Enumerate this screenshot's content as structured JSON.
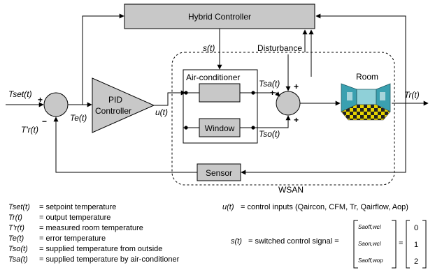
{
  "diagram": {
    "hybrid_controller": "Hybrid Controller",
    "pid_controller": [
      "PID",
      "Controller"
    ],
    "air_conditioner": "Air-conditioner",
    "window": "Window",
    "room": "Room",
    "sensor": "Sensor",
    "wsan": "WSAN",
    "disturbance": "Disturbance",
    "signals": {
      "st": "s(t)",
      "tset": "Tset(t)",
      "te": "Te(t)",
      "tprime_r": "T'r(t)",
      "ut": "u(t)",
      "tsa": "Tsa(t)",
      "tso": "Tso(t)",
      "tr": "Tr(t)"
    },
    "signs": {
      "sum1_top": "+",
      "sum1_bottom": "−",
      "sum2_top_left": "+",
      "sum2_top_right": "+",
      "sum2_bottom_left": "+"
    }
  },
  "legend": {
    "left": [
      {
        "symbol": "Tset(t)",
        "desc": "= setpoint temperature"
      },
      {
        "symbol": "Tr(t)",
        "desc": "= output temperature"
      },
      {
        "symbol": "T'r(t)",
        "desc": "= measured room temperature"
      },
      {
        "symbol": "Te(t)",
        "desc": "= error temperature"
      },
      {
        "symbol": "Tso(t)",
        "desc": "= supplied temperature from outside"
      },
      {
        "symbol": "Tsa(t)",
        "desc": "= supplied temperature by air-conditioner"
      }
    ],
    "control_inputs": {
      "symbol": "u(t)",
      "desc": "= control inputs (Qaircon, CFM, Tr, Qairflow, Aop)"
    },
    "switched_signal": {
      "symbol": "s(t)",
      "desc": "= switched control signal =",
      "matrix": [
        "Saoff,wcl",
        "Saon,wcl",
        "Saoff,wop"
      ],
      "values": [
        "0",
        "1",
        "2"
      ]
    }
  },
  "colors": {
    "block_fill": "#c8c8c8",
    "line": "#000000",
    "floor_yellow": "#e6d400",
    "wall_teal": "#3aa0b0"
  }
}
